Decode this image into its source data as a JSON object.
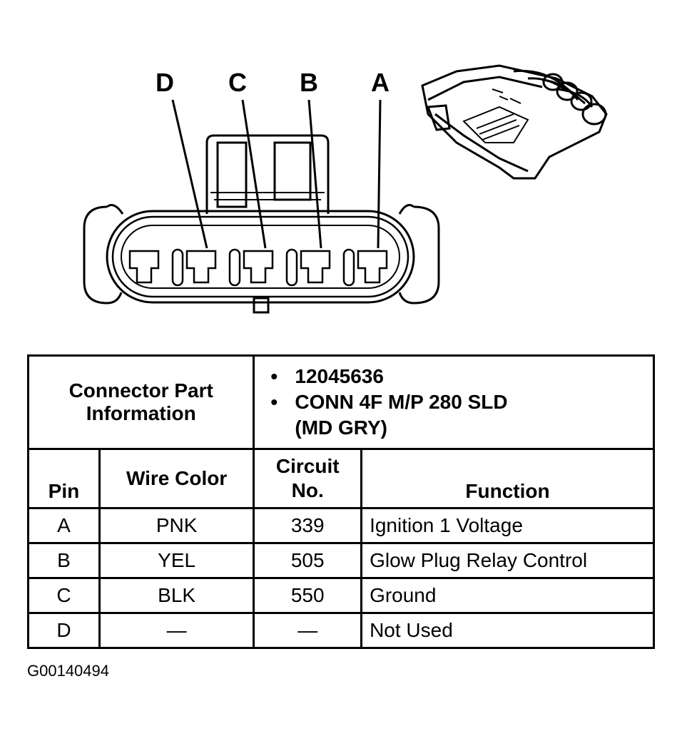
{
  "diagram": {
    "pin_labels": [
      "D",
      "C",
      "B",
      "A"
    ]
  },
  "info": {
    "label": "Connector Part Information",
    "bullet_symbol": "•",
    "items": [
      "12045636",
      "CONN 4F M/P 280 SLD",
      "(MD GRY)"
    ]
  },
  "table": {
    "headers": {
      "pin": "Pin",
      "wire_color": "Wire Color",
      "circuit": "Circuit No.",
      "function": "Function"
    },
    "rows": [
      {
        "pin": "A",
        "wire_color": "PNK",
        "circuit": "339",
        "function": "Ignition 1 Voltage"
      },
      {
        "pin": "B",
        "wire_color": "YEL",
        "circuit": "505",
        "function": "Glow Plug Relay Control"
      },
      {
        "pin": "C",
        "wire_color": "BLK",
        "circuit": "550",
        "function": "Ground"
      },
      {
        "pin": "D",
        "wire_color": "—",
        "circuit": "—",
        "function": "Not Used"
      }
    ]
  },
  "figure_id": "G00140494"
}
